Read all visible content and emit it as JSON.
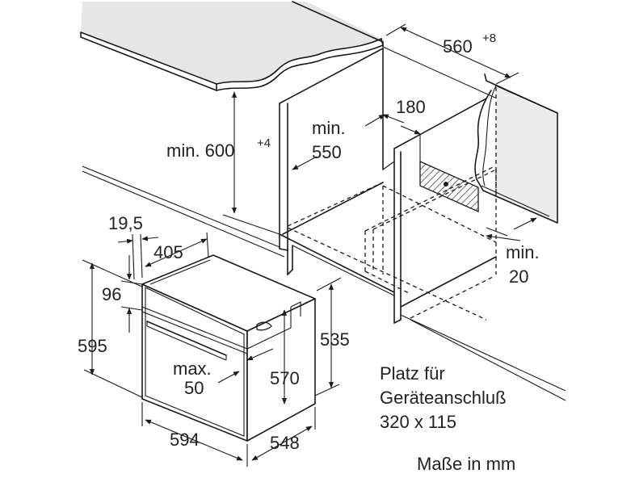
{
  "dimensions": {
    "niche_width": "560",
    "niche_width_tol": "+8",
    "niche_height_min": "min. 600",
    "niche_height_tol": "+4",
    "niche_depth_min_a": "min.",
    "niche_depth_min_b": "550",
    "cutout_depth": "180",
    "rear_gap_a": "min.",
    "rear_gap_b": "20",
    "panel_depth": "19,5",
    "top_offset": "405",
    "control_height": "96",
    "front_height": "595",
    "body_height_total": "535",
    "body_height_inner": "570",
    "handle_a": "max.",
    "handle_b": "50",
    "front_width": "594",
    "body_depth": "548"
  },
  "notes": {
    "connection_1": "Platz für",
    "connection_2": "Geräteanschluß",
    "connection_3": "320 x 115",
    "units": "Maße in mm"
  }
}
